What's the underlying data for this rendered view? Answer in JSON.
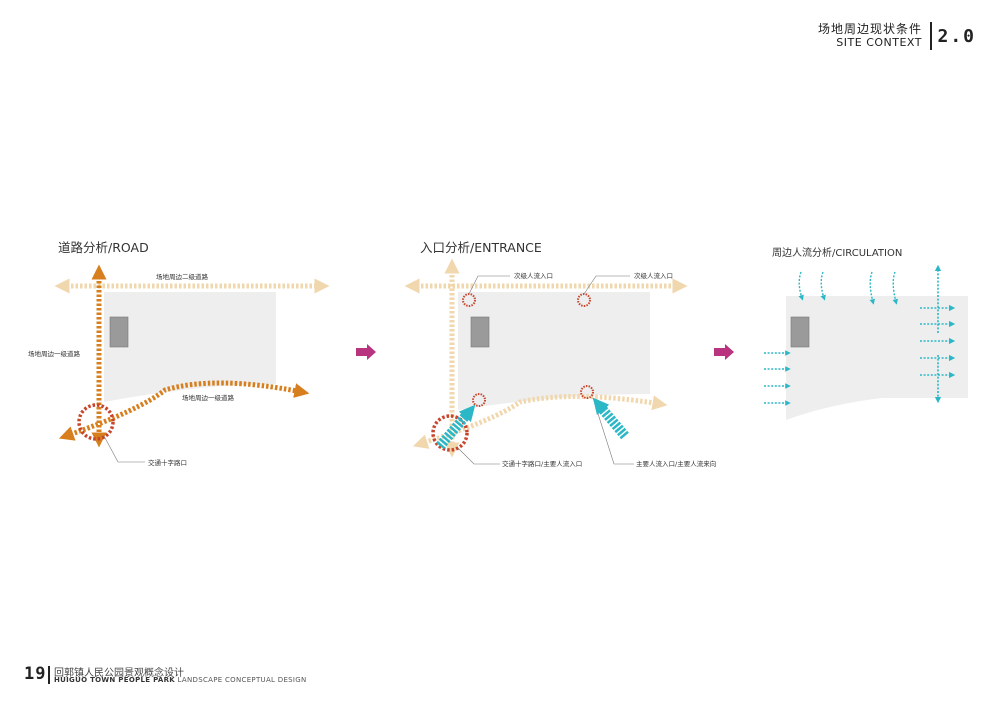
{
  "header": {
    "title_cn": "场地周边现状条件",
    "title_en": "SITE CONTEXT",
    "section_number": "2.0"
  },
  "panels": [
    {
      "title": "道路分析/ROAD",
      "labels": {
        "secondary_road": "场地周边二级道路",
        "primary_road_vertical": "场地周边一级道路",
        "primary_road_curve": "场地周边一级道路",
        "intersection": "交通十字路口"
      }
    },
    {
      "title": "入口分析/ENTRANCE",
      "labels": {
        "secondary_entrance_left": "次级人流入口",
        "secondary_entrance_right": "次级人流入口",
        "intersection_entrance": "交通十字路口/主要人流入口",
        "main_entrance": "主要人流入口/主要人流来向"
      }
    },
    {
      "title": "周边人流分析/CIRCULATION"
    }
  ],
  "footer": {
    "page_number": "19",
    "project_cn": "回郭镇人民公园景观概念设计",
    "project_en_bold": "HUIGUO TOWN PEOPLE PARK",
    "project_en_rest": " LANDSCAPE CONCEPTUAL DESIGN"
  },
  "colors": {
    "road_primary": "#d77f1e",
    "road_light": "#f1d7ad",
    "entrance_marker": "#c8452b",
    "flow_arrow": "#2bb7c6",
    "transition_arrow": "#b8347e",
    "site_fill": "#eeeeee",
    "building_fill": "#9a9a9a"
  }
}
